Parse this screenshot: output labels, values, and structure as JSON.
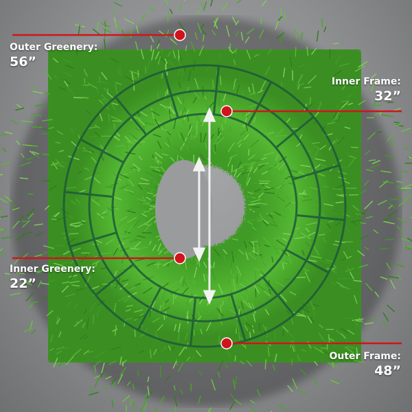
{
  "callouts": {
    "outer_greenery": {
      "name": "Outer Greenery:",
      "size": "56”"
    },
    "inner_frame": {
      "name": "Inner Frame:",
      "size": "32”"
    },
    "inner_greenery": {
      "name": "Inner Greenery:",
      "size": "22”"
    },
    "outer_frame": {
      "name": "Outer Frame:",
      "size": "48”"
    }
  },
  "colors": {
    "callout_red": "#d0141d",
    "pine_green": "#4fae2f",
    "frame_green": "#1d5a3a",
    "arrow_white": "#f2f2f2"
  }
}
